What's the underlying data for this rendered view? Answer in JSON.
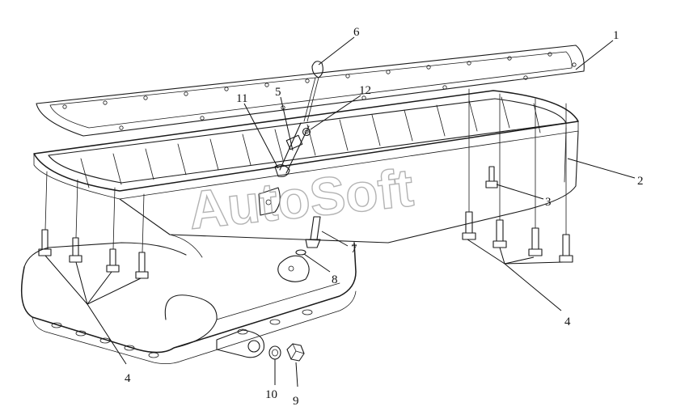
{
  "watermark": "AutoSoft",
  "callouts": {
    "c1": "1",
    "c2": "2",
    "c3": "3",
    "c4_left": "4",
    "c4_right": "4",
    "c5": "5",
    "c6": "6",
    "c7": "7",
    "c8": "8",
    "c9": "9",
    "c10": "10",
    "c11": "11",
    "c12": "12"
  },
  "colors": {
    "line": "#1a1a1a",
    "background": "#ffffff",
    "watermark": "#9a9a9a"
  }
}
